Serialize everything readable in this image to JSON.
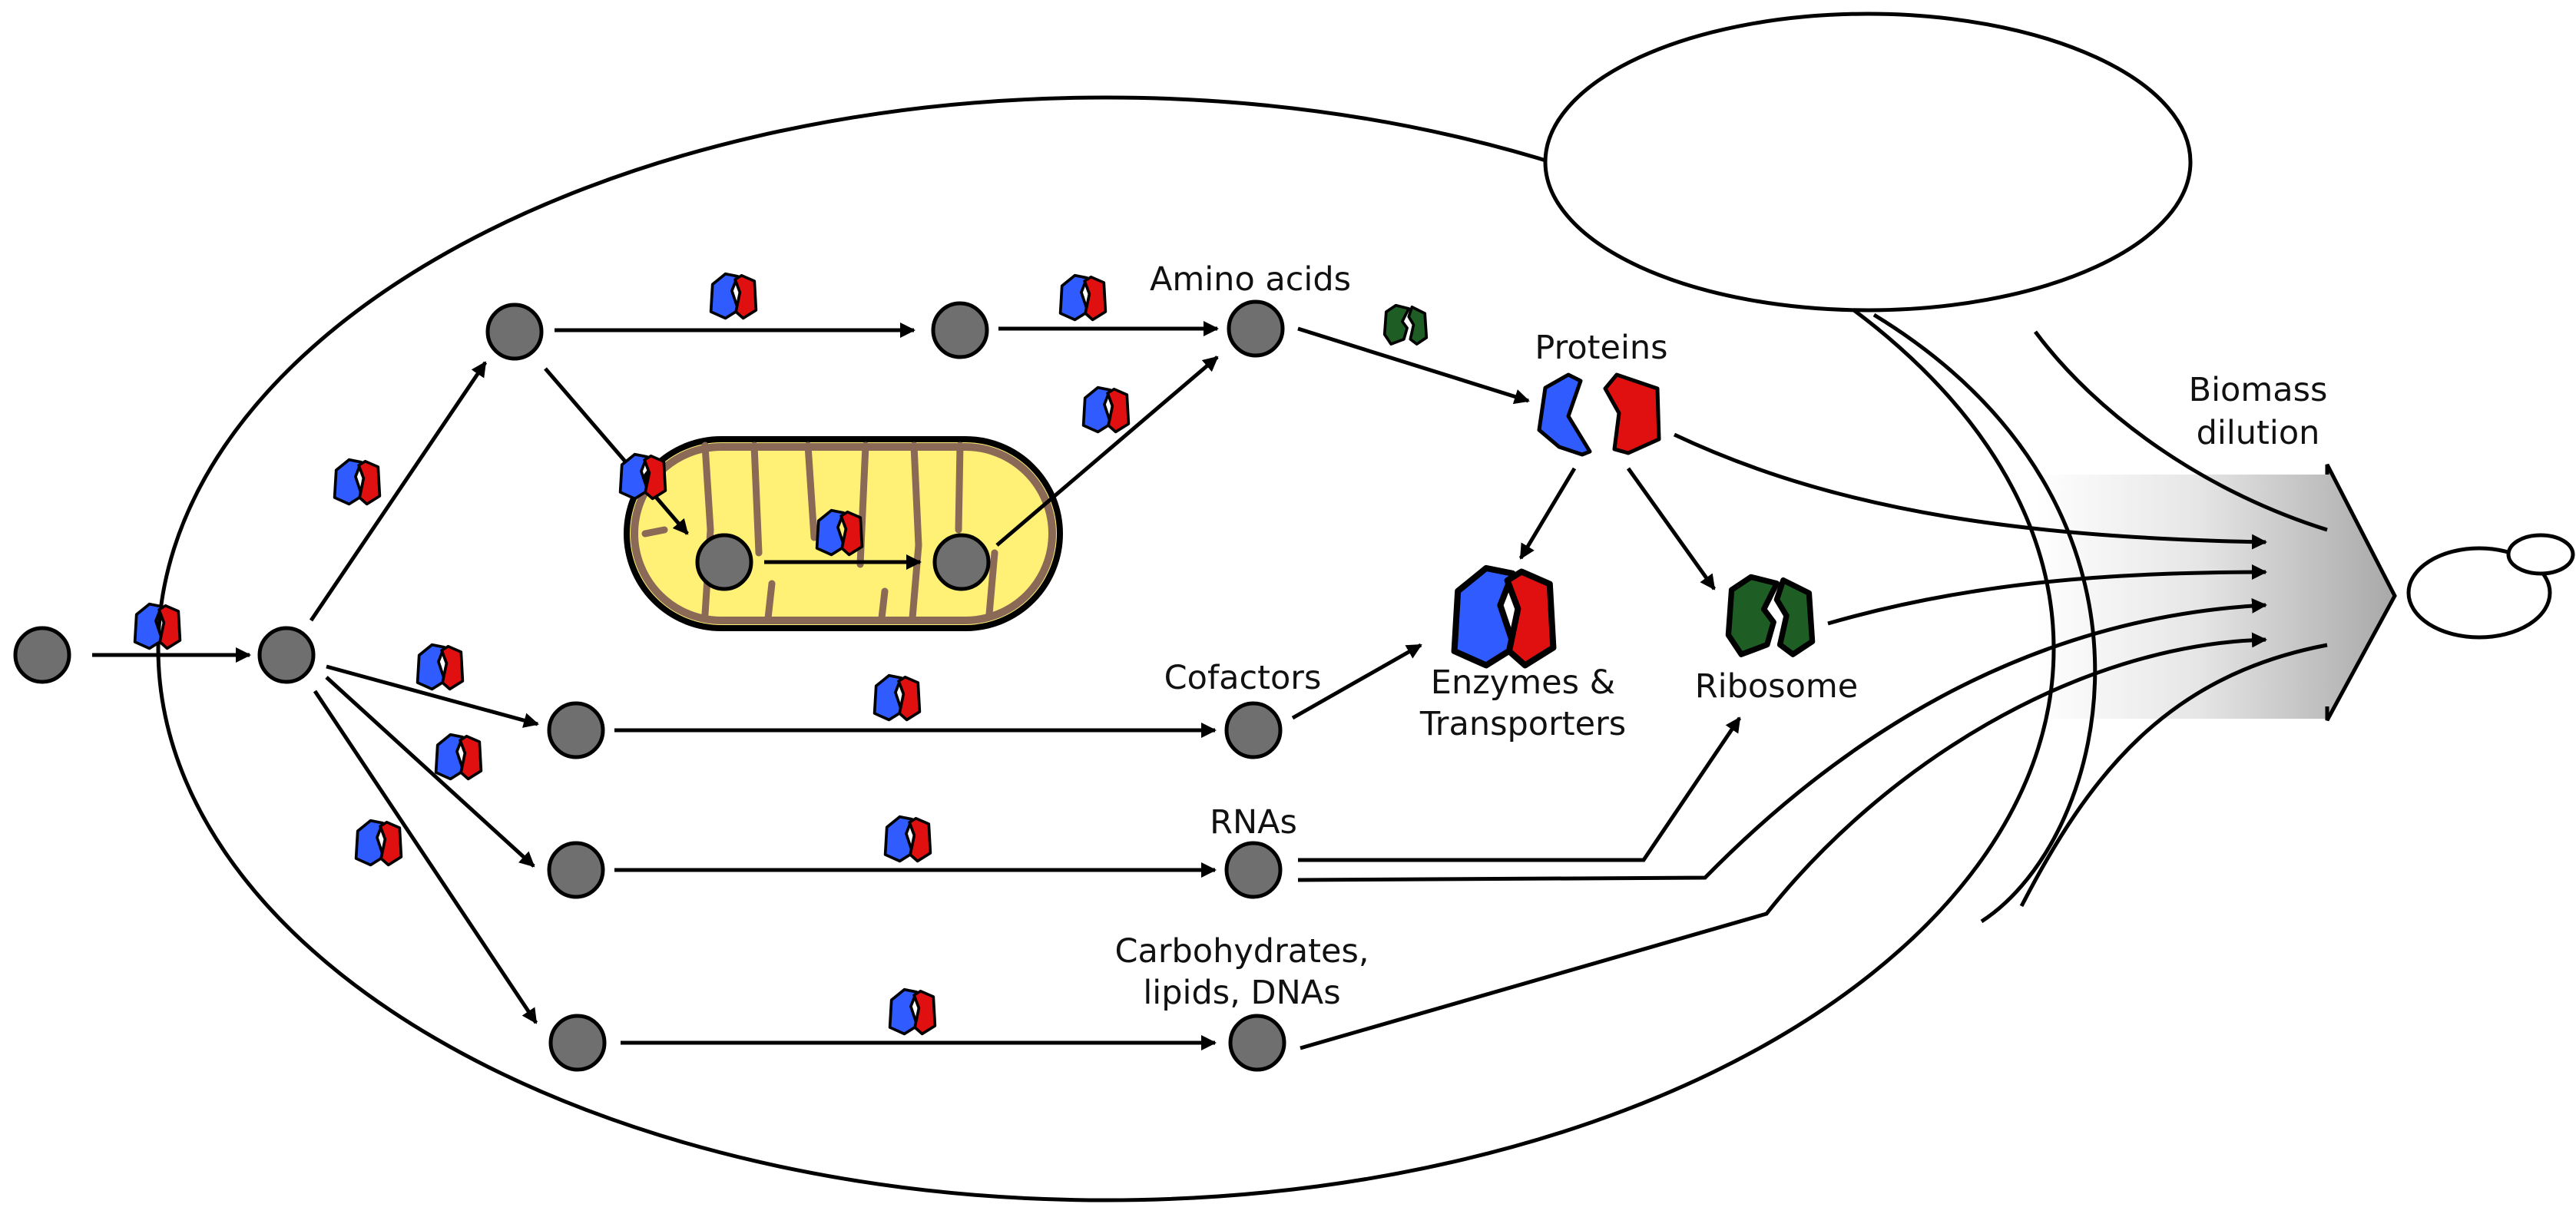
{
  "labels": {
    "amino_acids": "Amino acids",
    "proteins": "Proteins",
    "biomass_line1": "Biomass",
    "biomass_line2": "dilution",
    "cofactors": "Cofactors",
    "enzymes_line1": "Enzymes &",
    "enzymes_line2": "Transporters",
    "ribosome": "Ribosome",
    "rnas": "RNAs",
    "carbs_line1": "Carbohydrates,",
    "carbs_line2": "lipids, DNAs"
  },
  "colors": {
    "node_fill": "#6f6f6f",
    "enzyme_blue": "#2f5bff",
    "enzyme_red": "#e01010",
    "ribosome_green": "#1e5e25",
    "mitochondrion_fill": "#fff176",
    "mitochondrion_membrane": "#8a6a56"
  },
  "icons": {
    "metabolite": "circle-node-icon",
    "enzyme": "enzyme-complex-icon",
    "ribosome": "ribosome-icon",
    "organelle": "mitochondrion-icon",
    "daughter_cell": "budding-yeast-icon"
  }
}
